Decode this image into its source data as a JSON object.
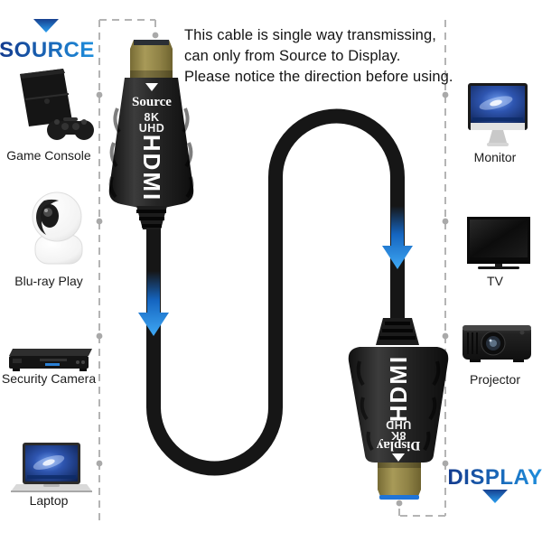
{
  "notice": {
    "line1": "This cable is single way transmissing,",
    "line2": "can only from Source to Display.",
    "line3": "Please notice the direction before using."
  },
  "source_section": {
    "title": "SOURCE",
    "arrow_icon": "blue-down-triangle",
    "devices": [
      {
        "icon": "game-console-icon",
        "label": "Game Console"
      },
      {
        "icon": "dome-camera-icon",
        "label": "Blu-ray Play"
      },
      {
        "icon": "disc-player-icon",
        "label": "Security Camera"
      },
      {
        "icon": "laptop-icon",
        "label": "Laptop"
      }
    ]
  },
  "display_section": {
    "title": "DISPLAY",
    "arrow_icon": "blue-down-triangle",
    "devices": [
      {
        "icon": "monitor-icon",
        "label": "Monitor"
      },
      {
        "icon": "tv-icon",
        "label": "TV"
      },
      {
        "icon": "projector-icon",
        "label": "Projector"
      }
    ]
  },
  "cable": {
    "source_connector": {
      "label": "Source",
      "spec_top": "8K",
      "spec_bottom": "UHD",
      "brand": "HDMI"
    },
    "display_connector": {
      "label": "Display",
      "spec_top": "8K",
      "spec_bottom": "UHD",
      "brand": "HDMI"
    }
  },
  "colors": {
    "accent_blue_dark": "#143b8e",
    "accent_blue_light": "#1f8fdd",
    "arrow_blue": "#3fa9f5",
    "cable_black": "#161616",
    "plug_gold": "#9a8c4a",
    "dashed_gray": "#b4b4b4",
    "text_dark": "#141414"
  }
}
